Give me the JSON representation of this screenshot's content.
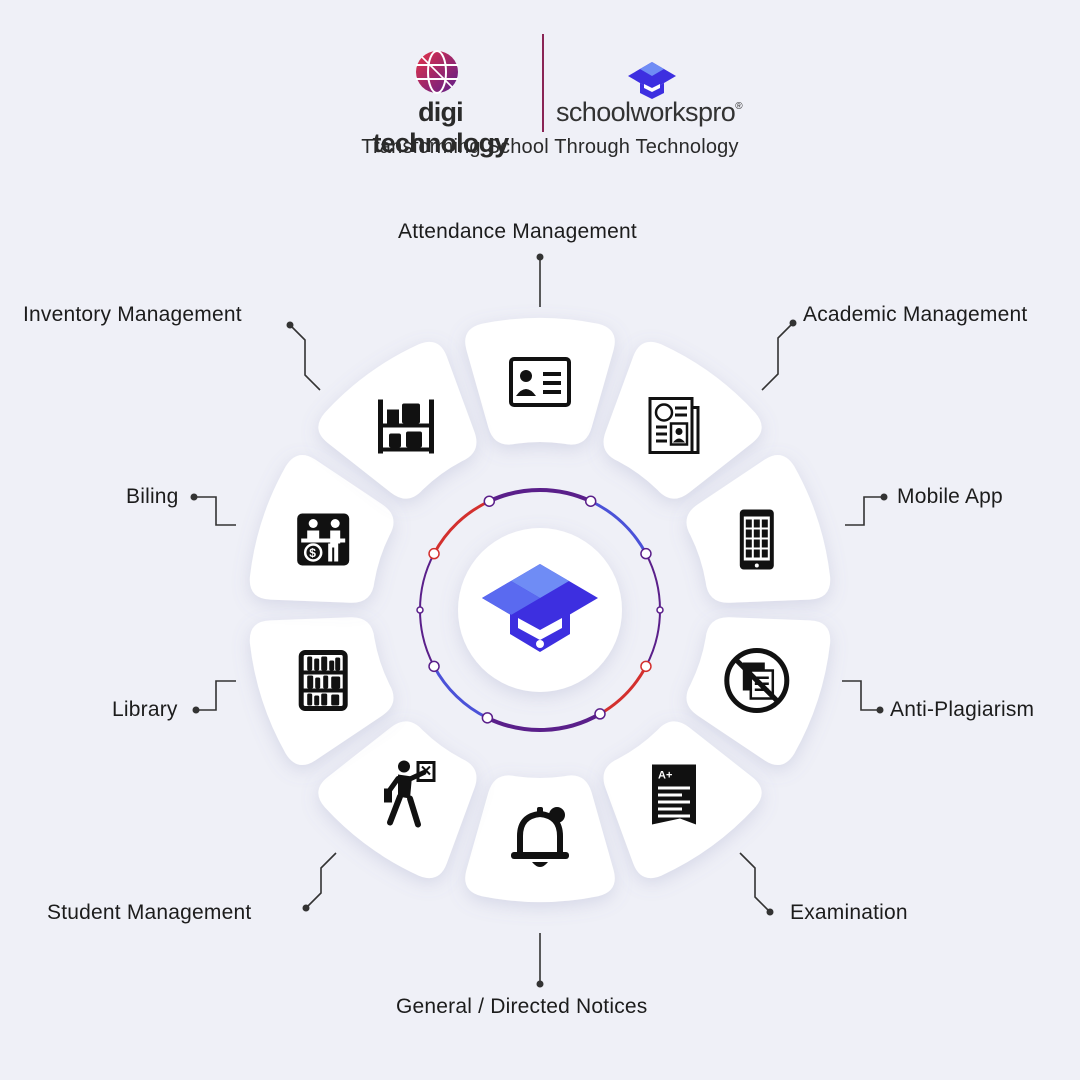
{
  "header": {
    "brand_left": "digi technology",
    "brand_right": "schoolworkspro",
    "brand_right_mark": "®",
    "tagline": "Transforming School Through Technology"
  },
  "center_logo_icon": "graduation-cap-logo-icon",
  "colors": {
    "background": "#eff0f7",
    "tile": "#ffffff",
    "icon": "#111111",
    "logo_blue": "#3d2fe0",
    "logo_light": "#6f8cf5",
    "ring_red": "#d3302e",
    "ring_blue": "#4b52d8",
    "ring_purple": "#5a1f8a",
    "leader": "#333333"
  },
  "modules": [
    {
      "label": "Attendance Management",
      "icon": "id-card-icon"
    },
    {
      "label": "Academic Management",
      "icon": "newspaper-icon"
    },
    {
      "label": "Mobile App",
      "icon": "smartphone-icon"
    },
    {
      "label": "Anti-Plagiarism",
      "icon": "no-copy-icon"
    },
    {
      "label": "Examination",
      "icon": "graded-paper-icon"
    },
    {
      "label": "General / Directed Notices",
      "icon": "bell-icon"
    },
    {
      "label": "Student Management",
      "icon": "student-walking-icon"
    },
    {
      "label": "Library",
      "icon": "bookshelf-icon"
    },
    {
      "label": "Biling",
      "icon": "cashier-icon"
    },
    {
      "label": "Inventory Management",
      "icon": "storage-rack-icon"
    }
  ]
}
